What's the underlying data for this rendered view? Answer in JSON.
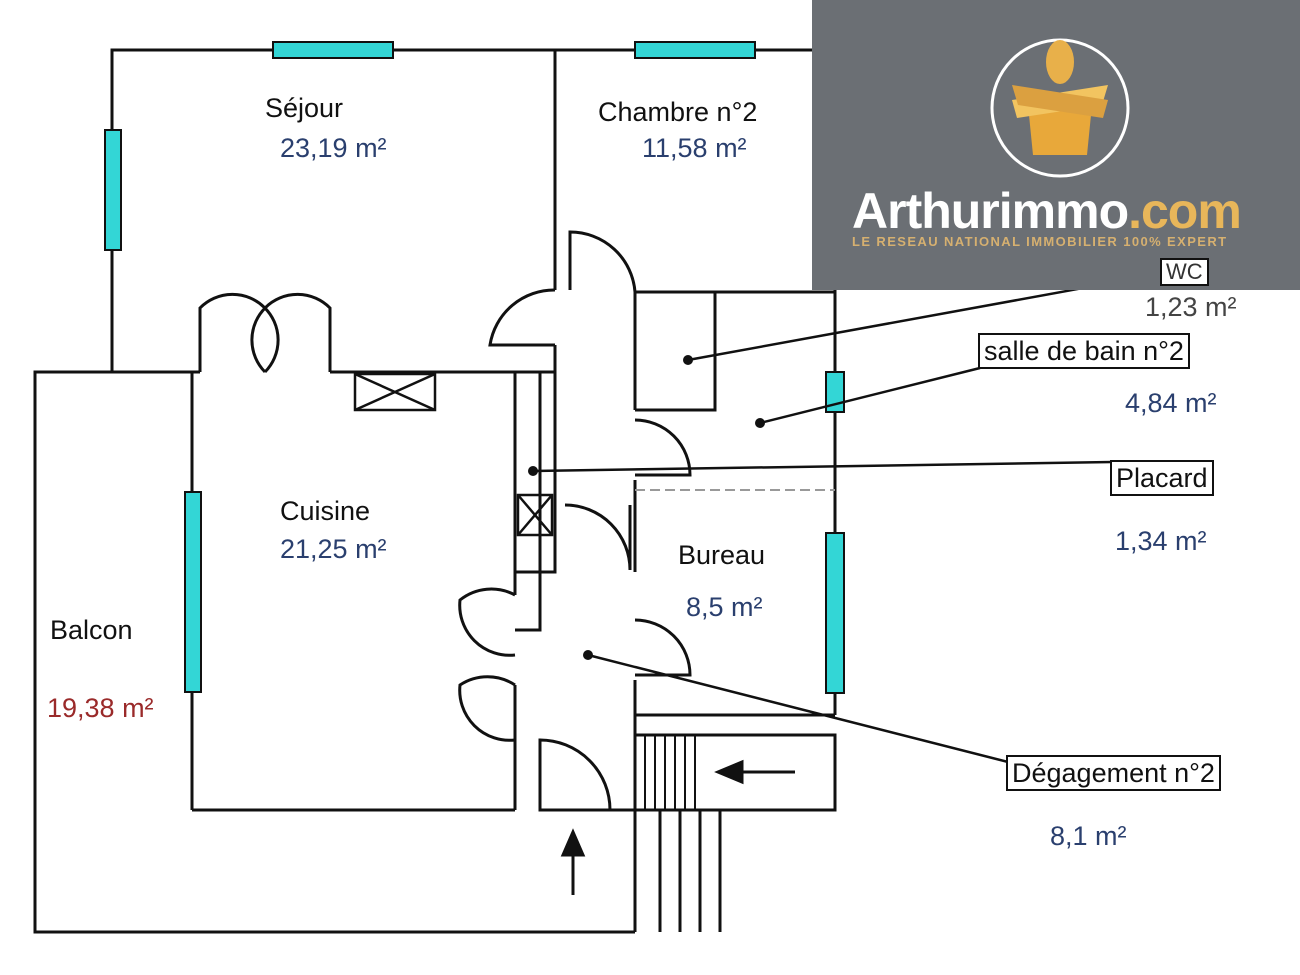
{
  "rooms": {
    "sejour": {
      "name": "Séjour",
      "area": "23,19  m²"
    },
    "chambre2": {
      "name": "Chambre n°2",
      "area": "11,58  m²"
    },
    "wc": {
      "name": "WC",
      "area": "1,23  m²"
    },
    "salle_de_bain2": {
      "name": "salle de bain n°2",
      "area": "4,84  m²"
    },
    "placard": {
      "name": "Placard",
      "area": "1,34  m²"
    },
    "cuisine": {
      "name": "Cuisine",
      "area": "21,25  m²"
    },
    "bureau": {
      "name": "Bureau",
      "area": "8,5  m²"
    },
    "balcon": {
      "name": "Balcon",
      "area": "19,38  m²"
    },
    "degagement2": {
      "name": "Dégagement n°2",
      "area": "8,1  m²"
    }
  },
  "logo": {
    "brand": "Arthurimmo",
    "brand_suffix": ".com",
    "tagline": "LE RESEAU NATIONAL IMMOBILIER 100% EXPERT"
  },
  "colors": {
    "window": "#33d6d6",
    "wall": "#111111",
    "area_text": "#2a3f6e",
    "balcony_area_text": "#9a2a2a",
    "logo_bg": "#6b6f74",
    "logo_accent": "#e8b65a"
  }
}
